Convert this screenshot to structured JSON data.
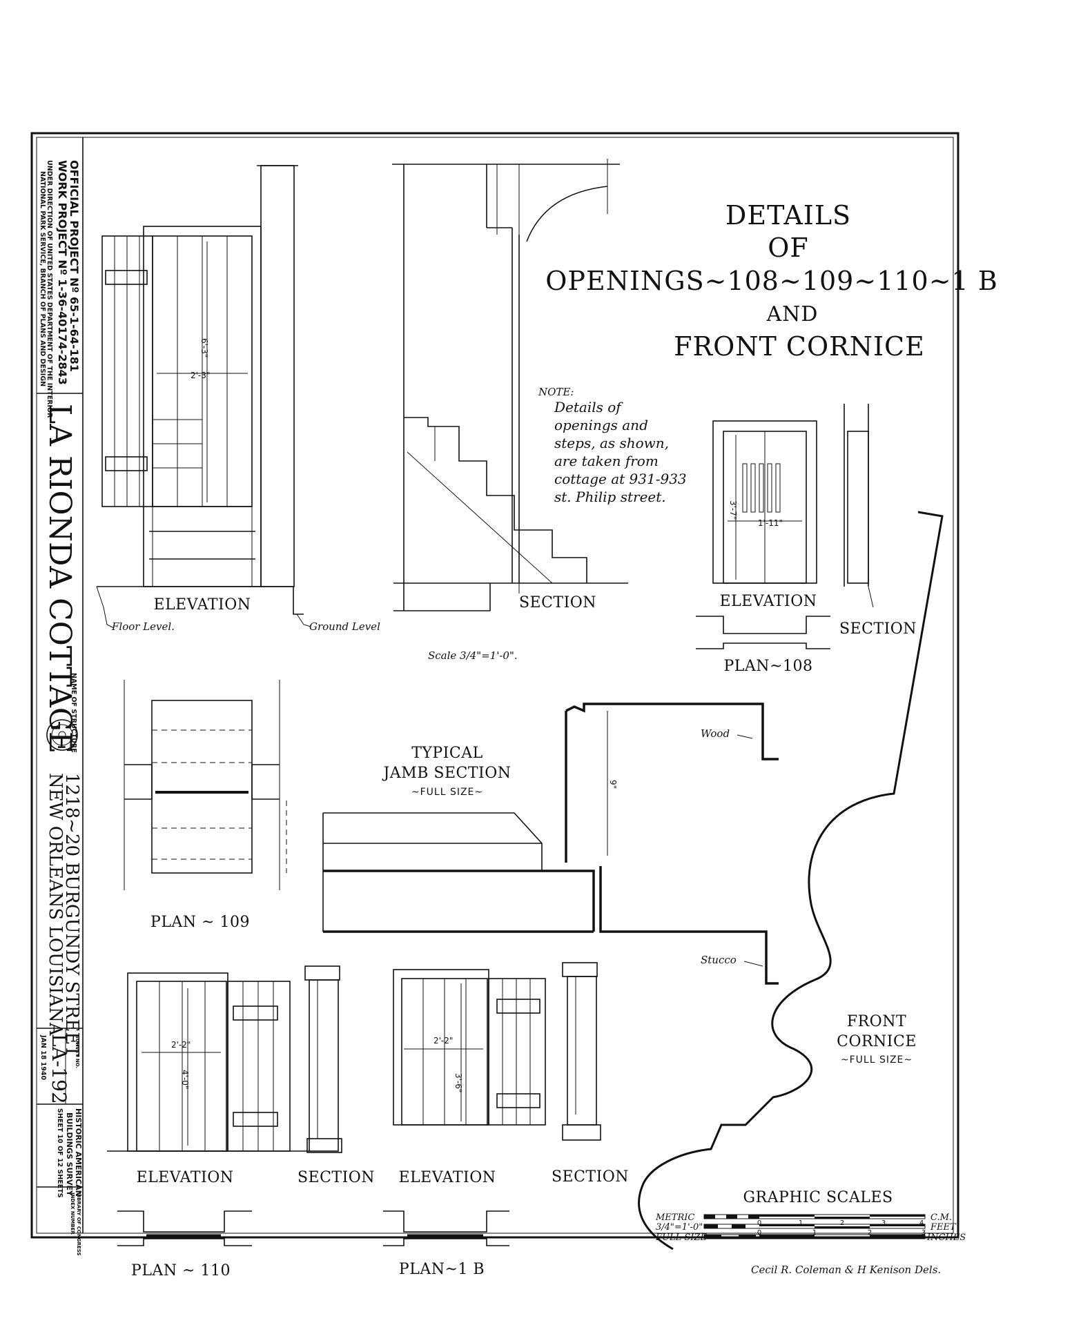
{
  "title_block": {
    "official_project": "OFFICIAL PROJECT Nº 65-1-64-181",
    "work_project": "WORK PROJECT Nº 1-36-40174-2843",
    "under_direction": "UNDER DIRECTION OF UNITED STATES DEPARTMENT OF THE INTERIOR",
    "national_park": "NATIONAL PARK SERVICE, BRANCH OF PLANS AND DESIGN",
    "structure_name": "LA RIONDA COTTAGE",
    "name_of_structure_label": "NAME OF STRUCTURE",
    "address_line1": "1218~20 BURGUNDY STREET",
    "address_line2": "NEW ORLEANS LOUISIANA",
    "survey_no_label": "SURVEY NO.",
    "survey_no": "LA-192",
    "date": "JAN 18 1940",
    "habs_line1": "HISTORIC AMERICAN",
    "habs_line2": "BUILDINGS SURVEY",
    "sheet": "SHEET 10 OF 12 SHEETS",
    "loc_line1": "LIBRARY OF CONGRESS",
    "loc_line2": "INDEX NUMBER"
  },
  "sheet_title": {
    "line1": "DETAILS",
    "line2": "OF",
    "line3": "OPENINGS~108~109~110~1 B",
    "line4": "AND",
    "line5": "FRONT CORNICE"
  },
  "note": {
    "heading": "NOTE:",
    "line1": "Details of",
    "line2": "openings and",
    "line3": "steps, as shown,",
    "line4": "are taken from",
    "line5": "cottage at 931-933",
    "line6": "st. Philip street."
  },
  "labels": {
    "elevation_top_left": "ELEVATION",
    "section_top_mid": "SECTION",
    "elevation_108": "ELEVATION",
    "section_108": "SECTION",
    "plan_108": "PLAN~108",
    "floor_level": "Floor Level.",
    "ground_level": "Ground Level",
    "scale_note": "Scale 3/4\"=1'-0\".",
    "plan_109": "PLAN ~ 109",
    "typical_jamb_line1": "TYPICAL",
    "typical_jamb_line2": "JAMB SECTION",
    "typical_jamb_size": "~FULL SIZE~",
    "wood": "Wood",
    "stucco": "Stucco",
    "front_cornice_line1": "FRONT",
    "front_cornice_line2": "CORNICE",
    "front_cornice_size": "~FULL SIZE~",
    "elevation_110": "ELEVATION",
    "section_110": "SECTION",
    "elevation_1b": "ELEVATION",
    "section_1b": "SECTION",
    "plan_110": "PLAN ~ 110",
    "plan_1b": "PLAN~1 B",
    "graphic_scales": "GRAPHIC SCALES",
    "delineators": "Cecil R. Coleman & H Kenison Dels."
  },
  "dimensions": {
    "door_height": "6'-3\"",
    "door_width": "2'-3\"",
    "d108_height": "3'-7\"",
    "d108_width": "1'-11\"",
    "jamb_depth": "9\"",
    "d110_width": "2'-2\"",
    "d110_height": "4'-0\"",
    "d1b_width": "2'-2\"",
    "d1b_height": "3'-6\""
  },
  "graphic_scales": {
    "metric_label": "METRIC",
    "metric_unit": "C.M.",
    "feet_label": "3/4\"=1'-0\"",
    "feet_unit": "FEET",
    "full_label": "FULL SIZE",
    "full_unit": "INCHES",
    "ticks_metric": [
      "0",
      "1",
      "2",
      "3",
      "4"
    ],
    "ticks_feet": [
      "0",
      "1",
      "2",
      "3"
    ]
  }
}
